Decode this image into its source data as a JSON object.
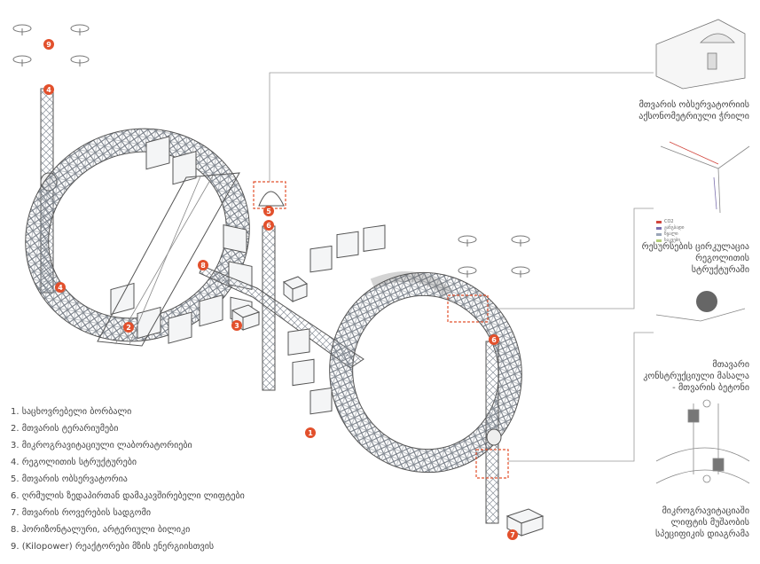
{
  "legend": [
    {
      "text": "1. საცხოვრებელი ბორბალი"
    },
    {
      "text": "2. მთვარის ტერარიუმები"
    },
    {
      "text": "3. მიკროგრავიტაციული ლაბორატორიები"
    },
    {
      "text": "4. რეგოლითის სტრუქტურები"
    },
    {
      "text": "5. მთვარის ობსერვატორია"
    },
    {
      "text": "6. ღრმულის ზედაპირთან დამაკავშირებელი ლიფტები"
    },
    {
      "text": "7. მთვარის როვერების სადგომი"
    },
    {
      "text": "8. ჰორიზონტალური, არტერიული ბილიკი"
    },
    {
      "text": "9. (Kilopower) რეაქტორები მზის ენერგიისთვის"
    }
  ],
  "captions": {
    "observatory": "მთვარის ობსერვატორიის აქსონომეტრიული ჭრილი",
    "circulation": "რესურსების ცირკულაცია რეგოლითის სტრუქტურაში",
    "material": "მთავარი კონსტრუქციული მასალა - მთვარის ბეტონი",
    "elevator": "მიკროგრავიტაციაში ლიფტის მუშაობის სპეციფიკის დიაგრამა"
  },
  "key": [
    {
      "label": "CO2",
      "color": "#d2453c"
    },
    {
      "label": "ჟანგბადი",
      "color": "#7b6fae"
    },
    {
      "label": "წყალი",
      "color": "#9aa6b8"
    },
    {
      "label": "საკვები",
      "color": "#b5cf7a"
    }
  ],
  "markers": [
    "1",
    "2",
    "3",
    "4",
    "4",
    "5",
    "6",
    "6",
    "7",
    "8",
    "9"
  ],
  "colors": {
    "accent": "#e2502c",
    "line": "#555555",
    "light": "#c9cfd6"
  }
}
